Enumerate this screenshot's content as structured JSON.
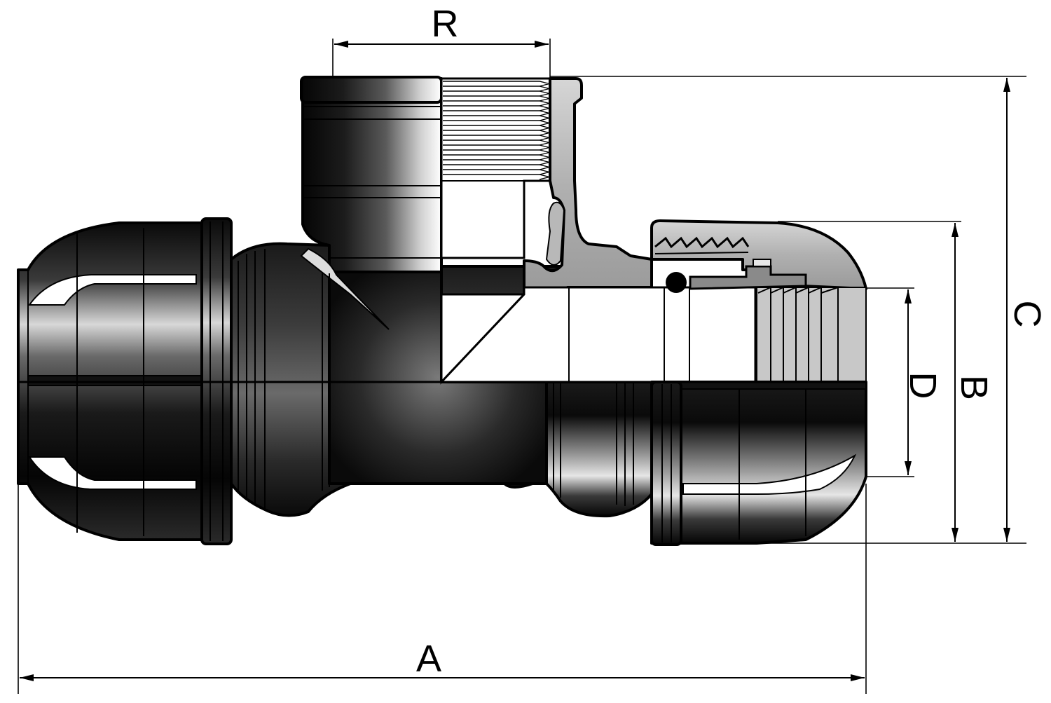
{
  "drawing": {
    "dimensions": {
      "A": "A",
      "B": "B",
      "C": "C",
      "D": "D",
      "R": "R"
    }
  }
}
